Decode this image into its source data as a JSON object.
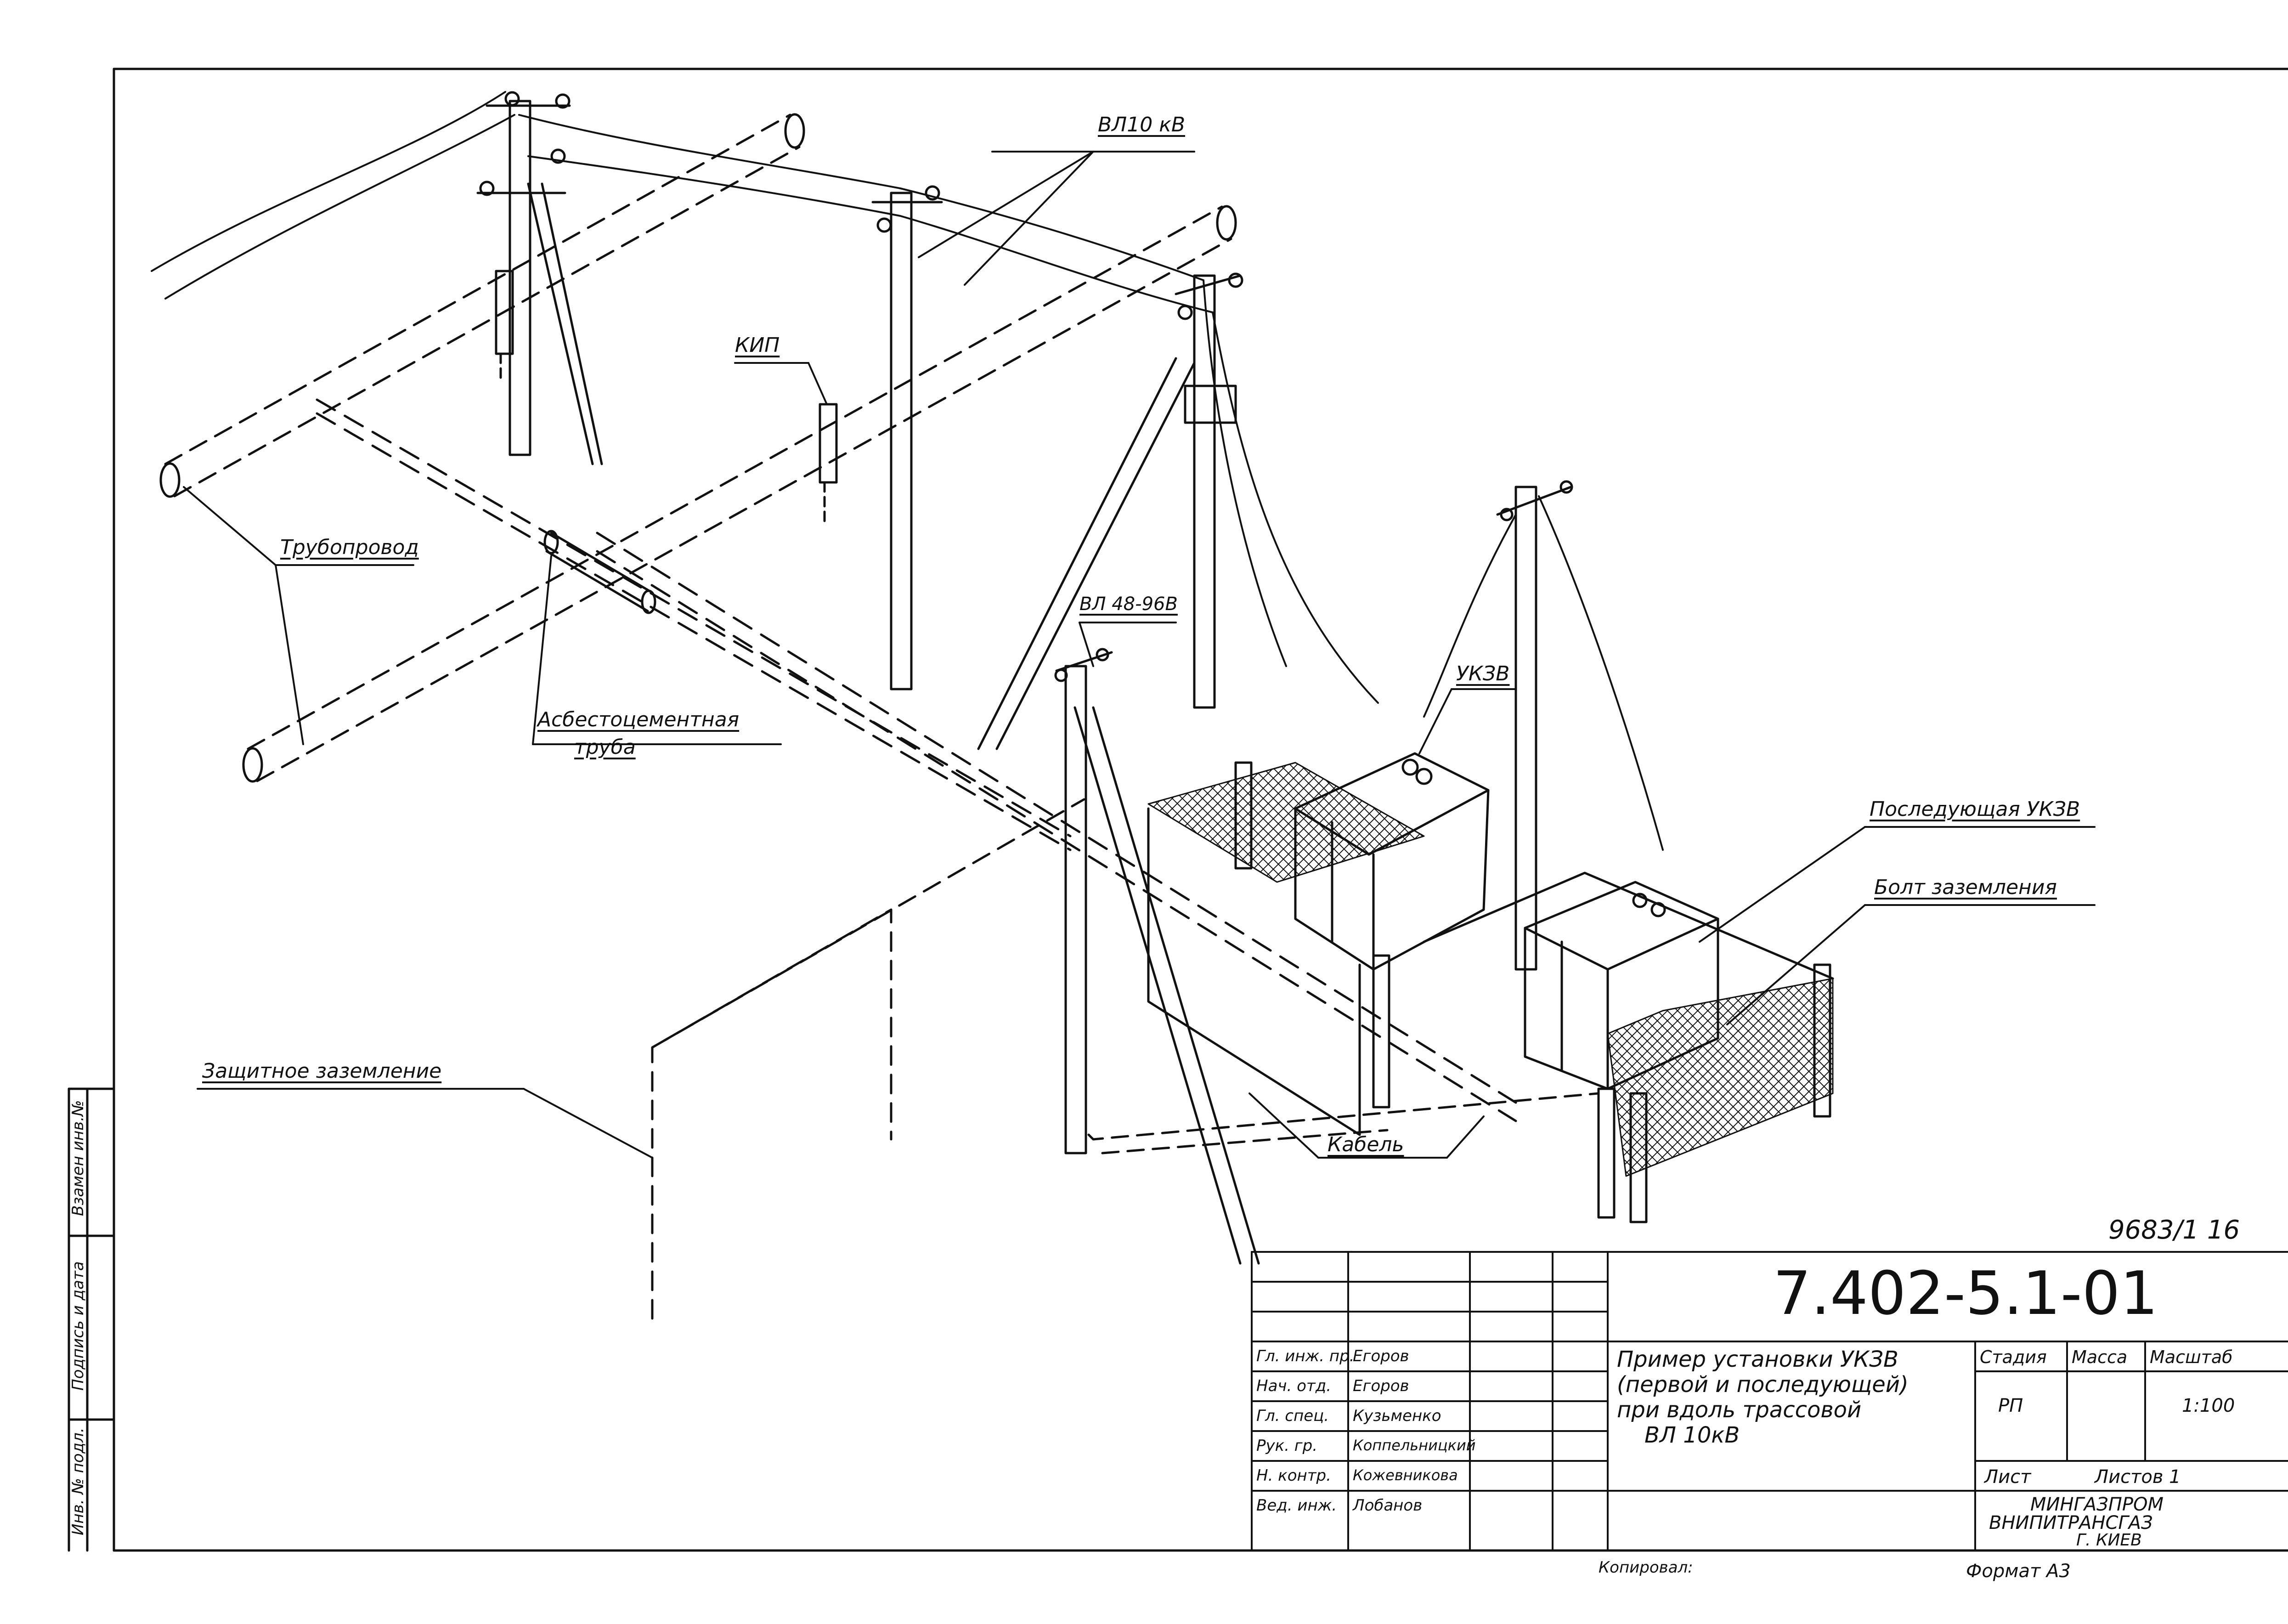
{
  "labels": {
    "vl10": "ВЛ10 кВ",
    "kip": "КИП",
    "pipeline": "Трубопровод",
    "vl48": "ВЛ 48-96В",
    "asbestos_line1": "Асбестоцементная",
    "asbestos_line2": "труба",
    "ukzv": "УКЗВ",
    "next_ukzv": "Последующая УКЗВ",
    "ground_bolt": "Болт заземления",
    "protective_ground": "Защитное заземление",
    "cable": "Кабель"
  },
  "side_stamp": {
    "inv_podl": "Инв. № подл.",
    "signature_date": "Подпись и дата",
    "replace_inv": "Взамен инв.№"
  },
  "sheet_ref": "9683/1  16",
  "title_block": {
    "designation": "7.402-5.1-01",
    "title_lines": [
      "Пример установки УКЗВ",
      "(первой и последующей)",
      "при вдоль трассовой",
      "ВЛ 10кВ"
    ],
    "headers": {
      "stage": "Стадия",
      "mass": "Масса",
      "scale": "Масштаб"
    },
    "stage": "РП",
    "scale": "1:100",
    "sheet_label": "Лист",
    "sheets_label": "Листов 1",
    "organization": [
      "МИНГАЗПРОМ",
      "ВНИПИТРАНСГАЗ",
      "Г. КИЕВ"
    ],
    "staff": [
      {
        "role": "Гл. инж. пр.",
        "name": "Егоров"
      },
      {
        "role": "Нач. отд.",
        "name": "Егоров"
      },
      {
        "role": "Гл. спец.",
        "name": "Кузьменко"
      },
      {
        "role": "Рук. гр.",
        "name": "Коппельницкий"
      },
      {
        "role": "Н. контр.",
        "name": "Кожевникова"
      },
      {
        "role": "Вед. инж.",
        "name": "Лобанов"
      }
    ],
    "copied_label": "Копировал:",
    "format": "Формат А3"
  }
}
